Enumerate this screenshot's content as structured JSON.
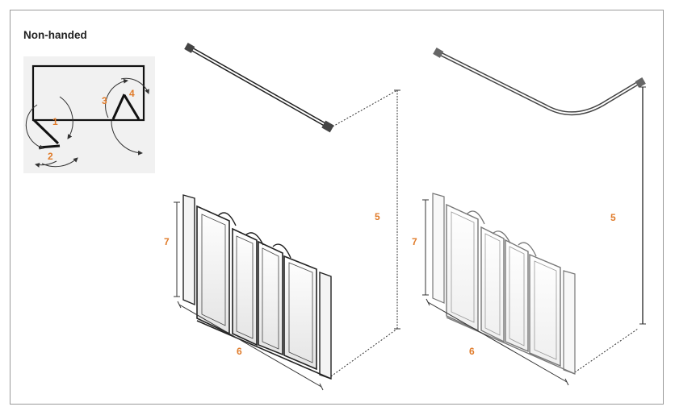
{
  "heading": "Non-handed",
  "accent_color": "#e07b2a",
  "key_diagram": {
    "labels": [
      "1",
      "2",
      "3",
      "4"
    ]
  },
  "left_product": {
    "dimension_labels": {
      "height": "7",
      "width": "6",
      "total_height": "5"
    }
  },
  "right_product": {
    "dimension_labels": {
      "height": "7",
      "width": "6",
      "total_height": "5"
    }
  }
}
